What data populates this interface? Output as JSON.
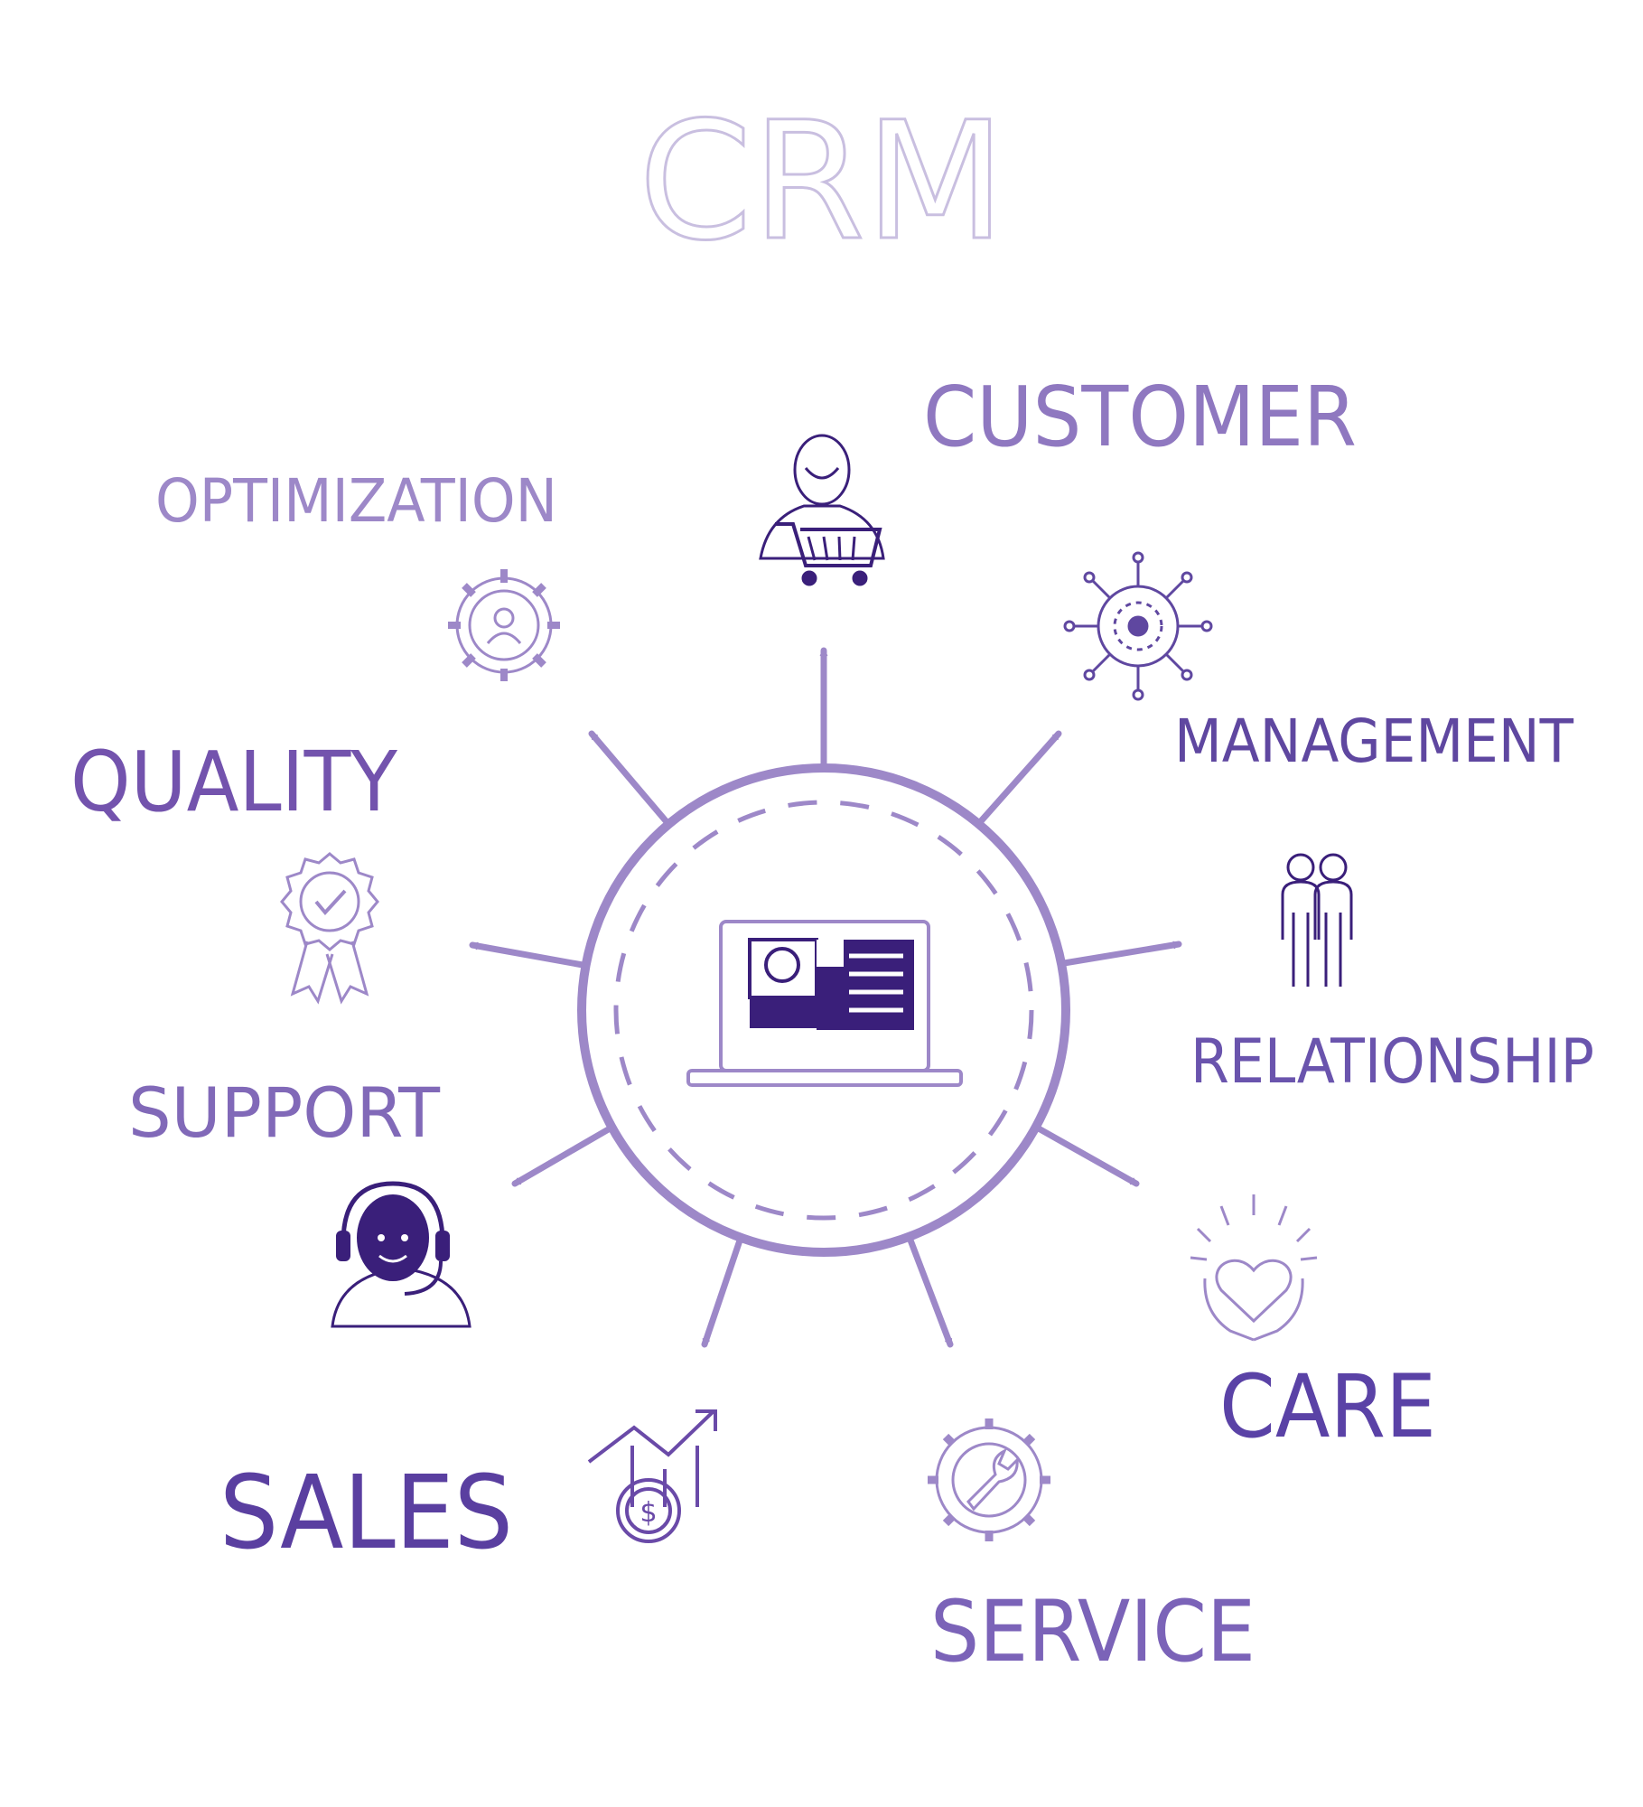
{
  "title": "CRM",
  "labels": {
    "customer": "CUSTOMER",
    "optimization": "OPTIMIZATION",
    "management": "MANAGEMENT",
    "quality": "QUALITY",
    "relationship": "RELATIONSHIP",
    "support": "SUPPORT",
    "care": "CARE",
    "sales": "SALES",
    "service": "SERVICE"
  },
  "colors": {
    "primary": "#6a4aa8",
    "light": "#9d88c8",
    "dark": "#3a1f7a",
    "title_stroke": "#c9bfe0"
  },
  "icons": {
    "center": "laptop-dashboard-icon",
    "customer": "customer-cart-icon",
    "optimization": "gear-person-icon",
    "management": "network-gear-icon",
    "quality": "award-ribbon-icon",
    "relationship": "two-people-icon",
    "support": "headset-agent-icon",
    "care": "heart-hands-icon",
    "sales": "growth-dollar-icon",
    "service": "wrench-gear-icon"
  }
}
